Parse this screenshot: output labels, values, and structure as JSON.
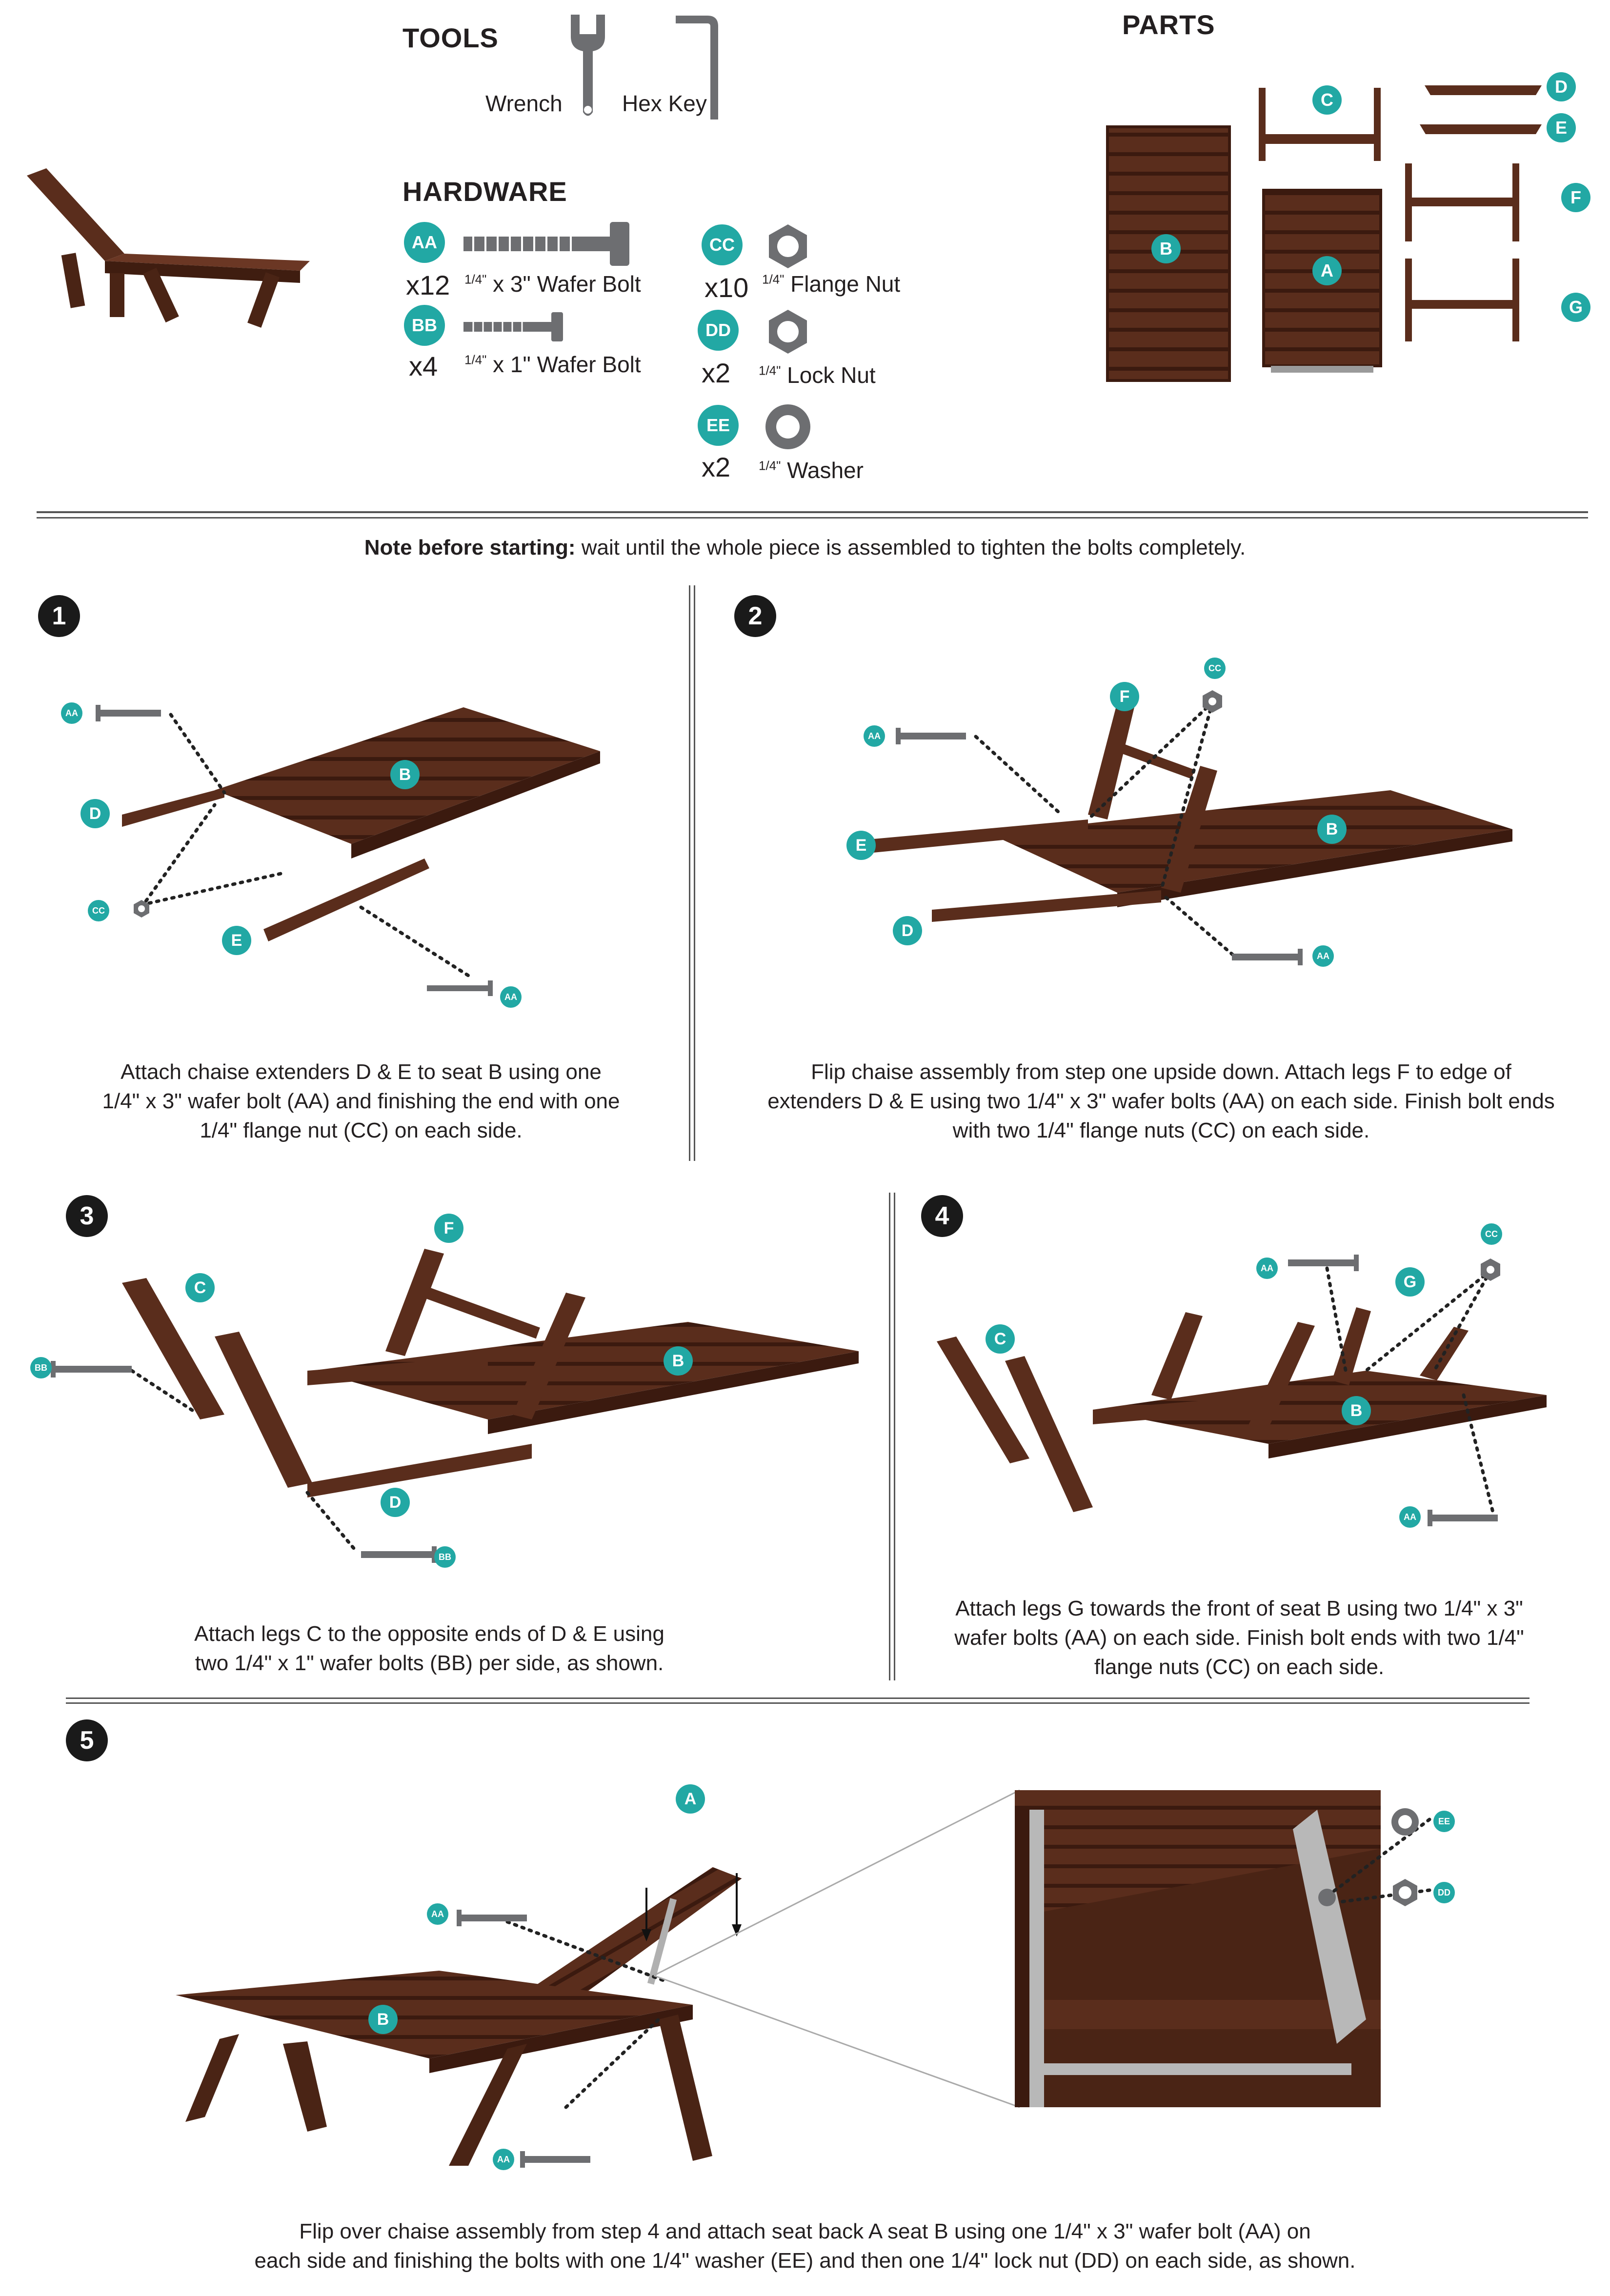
{
  "tools": {
    "title": "TOOLS",
    "wrench": "Wrench",
    "hex_key": "Hex Key"
  },
  "parts": {
    "title": "PARTS",
    "labels": [
      "A",
      "B",
      "C",
      "D",
      "E",
      "F",
      "G"
    ]
  },
  "hardware": {
    "title": "HARDWARE",
    "items": [
      {
        "code": "AA",
        "qty": "x12",
        "size": "1/4\"",
        "desc": "x 3\" Wafer Bolt"
      },
      {
        "code": "BB",
        "qty": "x4",
        "size": "1/4\"",
        "desc": "x 1\" Wafer Bolt"
      },
      {
        "code": "CC",
        "qty": "x10",
        "size": "1/4\"",
        "desc": "Flange Nut"
      },
      {
        "code": "DD",
        "qty": "x2",
        "size": "1/4\"",
        "desc": "Lock Nut"
      },
      {
        "code": "EE",
        "qty": "x2",
        "size": "1/4\"",
        "desc": "Washer"
      }
    ]
  },
  "note": {
    "bold": "Note before starting:",
    "text": " wait until the whole piece is assembled to tighten the bolts completely."
  },
  "steps": [
    {
      "num": "1",
      "lines": [
        "Attach chaise extenders D & E to seat B using one",
        "1/4\" x 3\" wafer bolt (AA) and finishing the end with one",
        "1/4\" flange nut (CC) on each side."
      ]
    },
    {
      "num": "2",
      "lines": [
        "Flip chaise assembly from step one upside down. Attach legs F to edge of",
        "extenders D & E using two 1/4\" x 3\" wafer bolts (AA) on each side. Finish bolt ends",
        "with two 1/4\" flange nuts (CC) on each side."
      ]
    },
    {
      "num": "3",
      "lines": [
        "Attach legs C to the opposite ends of D & E using",
        "two 1/4\" x 1\" wafer bolts (BB) per side, as shown."
      ]
    },
    {
      "num": "4",
      "lines": [
        "Attach legs G towards the front of seat B using two 1/4\" x 3\"",
        "wafer bolts (AA) on each side. Finish bolt ends with two 1/4\"",
        "flange nuts (CC) on each side."
      ]
    },
    {
      "num": "5",
      "lines": [
        "Flip over chaise assembly from step 4 and attach seat back A seat B using one 1/4\" x 3\" wafer bolt (AA) on",
        "each side and finishing the bolts with one 1/4\" washer (EE) and then one 1/4\" lock nut (DD) on each side, as shown."
      ]
    }
  ],
  "colors": {
    "wood": "#5a2d1c",
    "wood_light": "#7a4330",
    "badge": "#22a8a4",
    "metal": "#6d6e71"
  }
}
